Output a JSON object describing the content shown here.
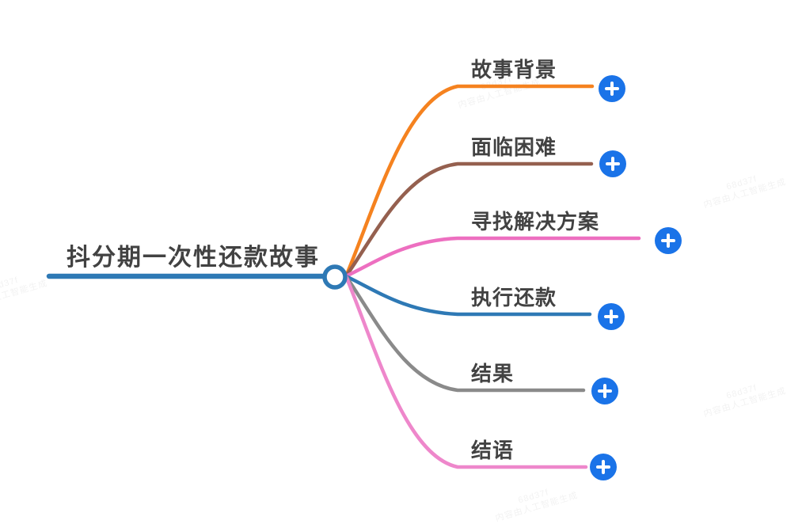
{
  "app": {
    "type": "mindmap",
    "background": "#FFFFFF",
    "text_color": "#424242"
  },
  "root": {
    "label": "抖分期一次性还款故事",
    "color": "#2E79B5"
  },
  "branches": [
    {
      "label": "故事背景",
      "color": "#F5821F"
    },
    {
      "label": "面临困难",
      "color": "#95604F"
    },
    {
      "label": "寻找解决方案",
      "color": "#ED6FC0"
    },
    {
      "label": "执行还款",
      "color": "#2E79B5"
    },
    {
      "label": "结果",
      "color": "#8A8A8A"
    },
    {
      "label": "结语",
      "color": "#EE87CB"
    }
  ],
  "add_button": {
    "color": "#1A73E8",
    "glyph": "+"
  },
  "watermark": {
    "code": "68d37f",
    "text": "内容由人工智能生成"
  }
}
